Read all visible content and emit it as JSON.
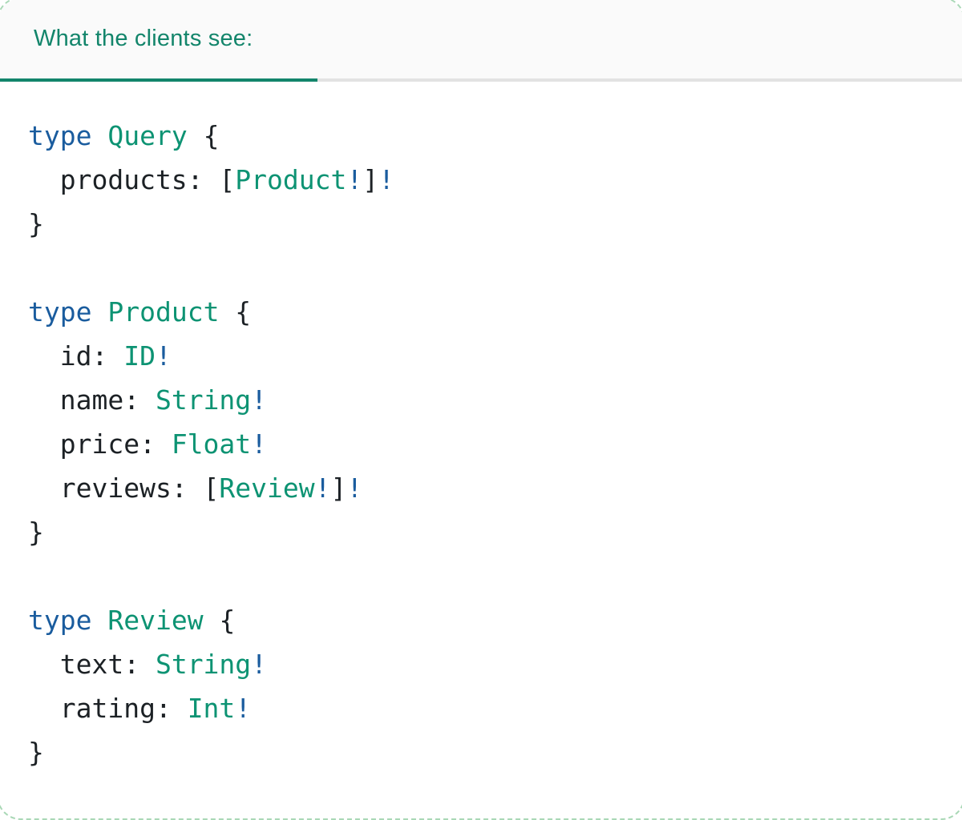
{
  "panel": {
    "tab": {
      "label": "What the clients see:",
      "active": true
    }
  },
  "colors": {
    "keyword": "#1a5c9e",
    "type": "#0d9373",
    "plain": "#1c2125",
    "tab_text": "#13856b",
    "tab_underline": "#13856b",
    "tab_bg": "#fafafa",
    "strip_border": "#e2e2e2",
    "card_border": "#a9d8b6",
    "card_bg": "#ffffff"
  },
  "code": {
    "lines": [
      {
        "tokens": [
          {
            "t": "type",
            "c": "keyword"
          },
          {
            "t": " ",
            "c": "plain"
          },
          {
            "t": "Query",
            "c": "type"
          },
          {
            "t": " {",
            "c": "plain"
          }
        ]
      },
      {
        "tokens": [
          {
            "t": "  products: [",
            "c": "plain"
          },
          {
            "t": "Product",
            "c": "type"
          },
          {
            "t": "!",
            "c": "keyword"
          },
          {
            "t": "]",
            "c": "plain"
          },
          {
            "t": "!",
            "c": "keyword"
          }
        ]
      },
      {
        "tokens": [
          {
            "t": "}",
            "c": "plain"
          }
        ]
      },
      {
        "tokens": []
      },
      {
        "tokens": [
          {
            "t": "type",
            "c": "keyword"
          },
          {
            "t": " ",
            "c": "plain"
          },
          {
            "t": "Product",
            "c": "type"
          },
          {
            "t": " {",
            "c": "plain"
          }
        ]
      },
      {
        "tokens": [
          {
            "t": "  id: ",
            "c": "plain"
          },
          {
            "t": "ID",
            "c": "type"
          },
          {
            "t": "!",
            "c": "keyword"
          }
        ]
      },
      {
        "tokens": [
          {
            "t": "  name: ",
            "c": "plain"
          },
          {
            "t": "String",
            "c": "type"
          },
          {
            "t": "!",
            "c": "keyword"
          }
        ]
      },
      {
        "tokens": [
          {
            "t": "  price: ",
            "c": "plain"
          },
          {
            "t": "Float",
            "c": "type"
          },
          {
            "t": "!",
            "c": "keyword"
          }
        ]
      },
      {
        "tokens": [
          {
            "t": "  reviews: [",
            "c": "plain"
          },
          {
            "t": "Review",
            "c": "type"
          },
          {
            "t": "!",
            "c": "keyword"
          },
          {
            "t": "]",
            "c": "plain"
          },
          {
            "t": "!",
            "c": "keyword"
          }
        ]
      },
      {
        "tokens": [
          {
            "t": "}",
            "c": "plain"
          }
        ]
      },
      {
        "tokens": []
      },
      {
        "tokens": [
          {
            "t": "type",
            "c": "keyword"
          },
          {
            "t": " ",
            "c": "plain"
          },
          {
            "t": "Review",
            "c": "type"
          },
          {
            "t": " {",
            "c": "plain"
          }
        ]
      },
      {
        "tokens": [
          {
            "t": "  text: ",
            "c": "plain"
          },
          {
            "t": "String",
            "c": "type"
          },
          {
            "t": "!",
            "c": "keyword"
          }
        ]
      },
      {
        "tokens": [
          {
            "t": "  rating: ",
            "c": "plain"
          },
          {
            "t": "Int",
            "c": "type"
          },
          {
            "t": "!",
            "c": "keyword"
          }
        ]
      },
      {
        "tokens": [
          {
            "t": "}",
            "c": "plain"
          }
        ]
      }
    ]
  }
}
